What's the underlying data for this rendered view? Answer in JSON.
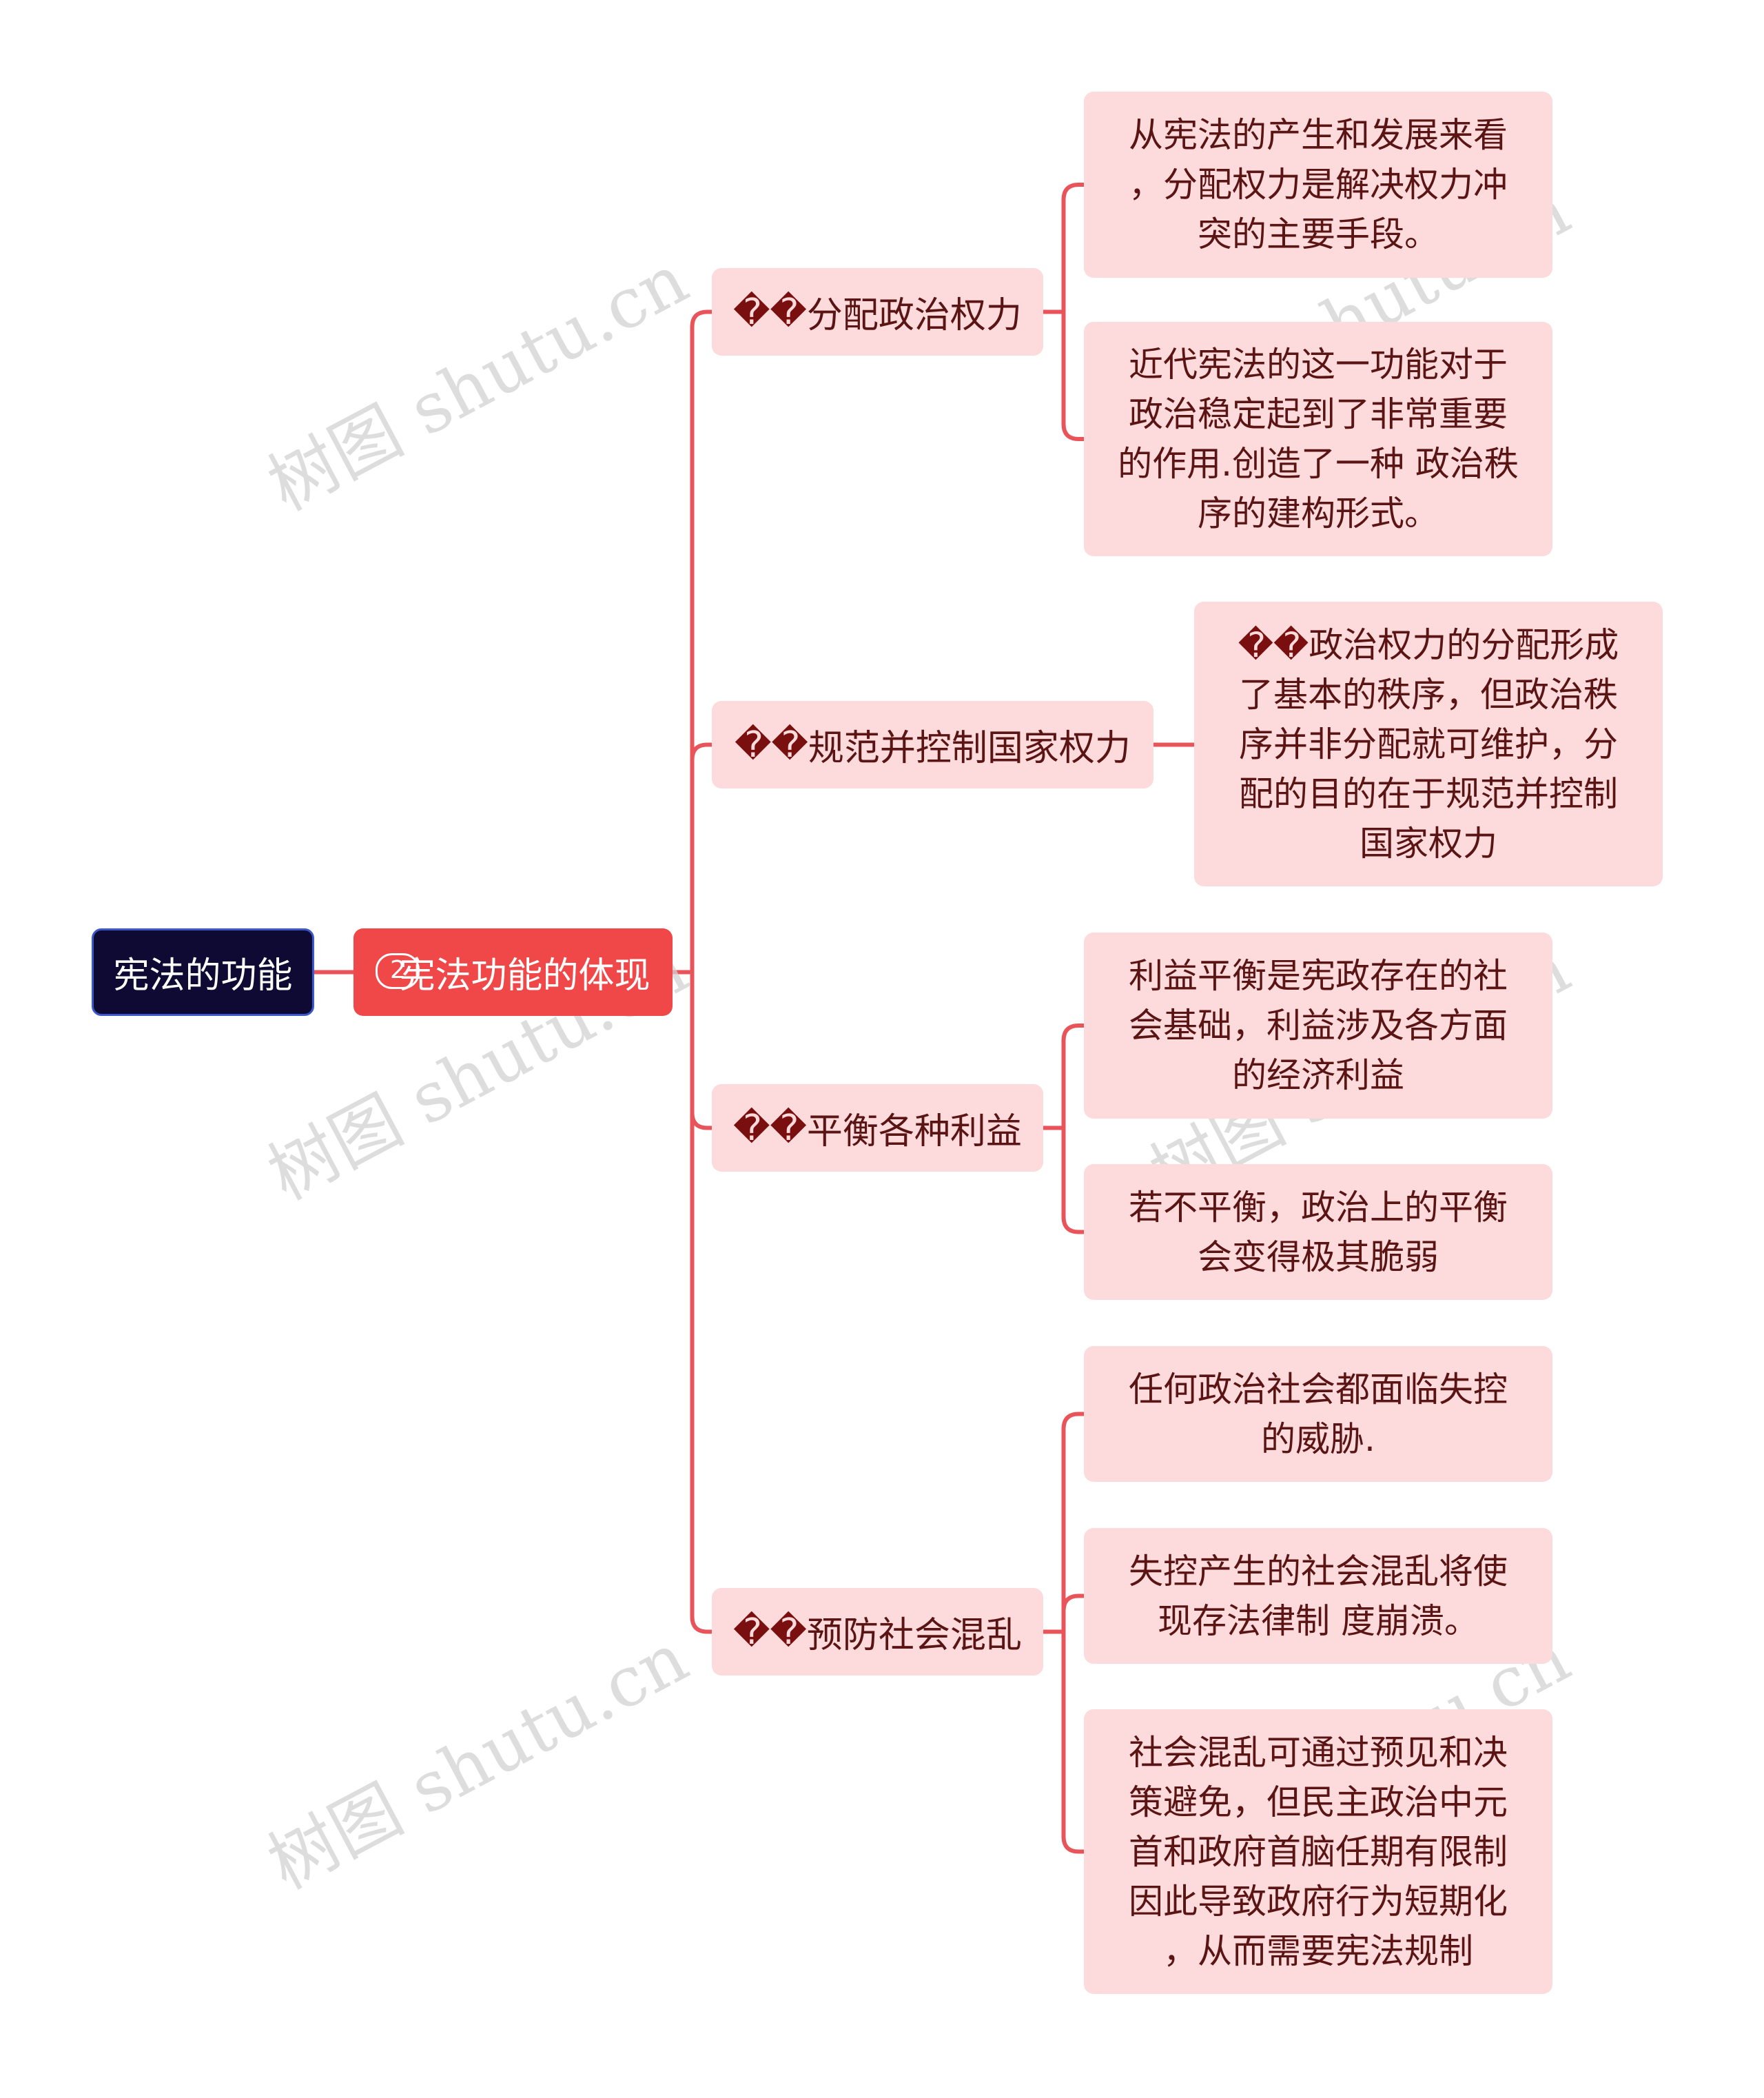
{
  "root": {
    "label": "宪法的功能"
  },
  "main": {
    "marker": "2",
    "label": "宪法功能的体现"
  },
  "branches": [
    {
      "bullet": "��",
      "label": "分配政治权力",
      "leaves": [
        "从宪法的产生和发展来看\n，分配权力是解决权力冲\n突的主要手段。",
        "近代宪法的这一功能对于\n政治稳定起到了非常重要\n的作用.创造了一种 政治秩\n序的建构形式。"
      ]
    },
    {
      "bullet": "��",
      "label": "规范并控制国家权力",
      "leaves": [
        {
          "bullet": "��",
          "text": "政治权力的分配形成\n了基本的秩序，但政治秩\n序并非分配就可维护，分\n配的目的在于规范并控制\n国家权力"
        }
      ]
    },
    {
      "bullet": "��",
      "label": "平衡各种利益",
      "leaves": [
        "利益平衡是宪政存在的社\n会基础，利益涉及各方面\n的经济利益",
        "若不平衡，政治上的平衡\n会变得极其脆弱"
      ]
    },
    {
      "bullet": "��",
      "label": "预防社会混乱",
      "leaves": [
        "任何政治社会都面临失控\n的威胁.",
        "失控产生的社会混乱将使\n现存法律制 度崩溃。",
        "社会混乱可通过预见和决\n策避免，但民主政治中元\n首和政府首脑任期有限制\n因此导致政府行为短期化\n，从而需要宪法规制"
      ]
    }
  ],
  "watermark": "树图 shutu.cn",
  "colors": {
    "root_bg": "#0f0a33",
    "main_bg": "#f04848",
    "node_bg": "#fddadb",
    "line": "#e8545a",
    "text": "#5a1414"
  }
}
